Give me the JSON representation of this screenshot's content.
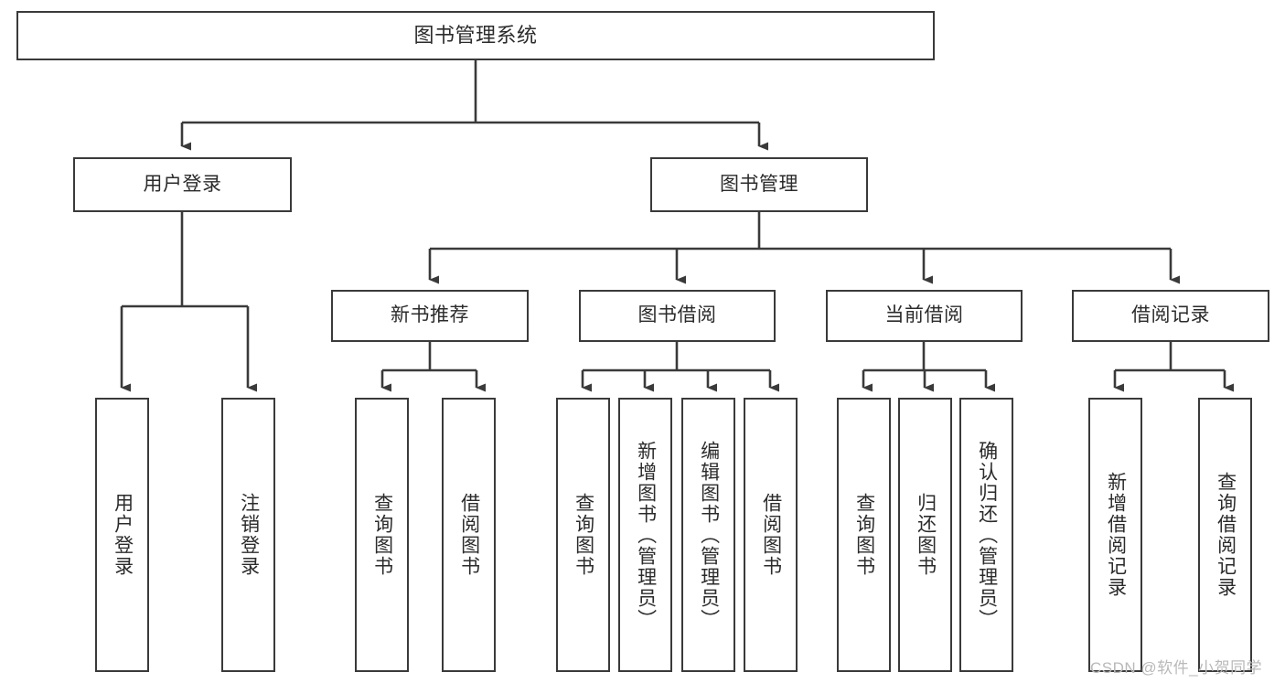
{
  "diagram": {
    "title": "图书管理系统",
    "stroke_color": "#3a3a3a",
    "text_color": "#2b2b2b",
    "background": "#ffffff",
    "root": {
      "label": "图书管理系统"
    },
    "level2": [
      {
        "label": "用户登录"
      },
      {
        "label": "图书管理"
      }
    ],
    "level3": [
      {
        "label": "新书推荐"
      },
      {
        "label": "图书借阅"
      },
      {
        "label": "当前借阅"
      },
      {
        "label": "借阅记录"
      }
    ],
    "leaves": {
      "user_login": [
        {
          "label": "用户登录"
        },
        {
          "label": "注销登录"
        }
      ],
      "new_book": [
        {
          "label": "查询图书"
        },
        {
          "label": "借阅图书"
        }
      ],
      "book_borrow": [
        {
          "label": "查询图书"
        },
        {
          "label": "新增图书（管理员）"
        },
        {
          "label": "编辑图书（管理员）"
        },
        {
          "label": "借阅图书"
        }
      ],
      "current_borrow": [
        {
          "label": "查询图书"
        },
        {
          "label": "归还图书"
        },
        {
          "label": "确认归还（管理员）"
        }
      ],
      "borrow_record": [
        {
          "label": "新增借阅记录"
        },
        {
          "label": "查询借阅记录"
        }
      ]
    }
  },
  "watermark": {
    "text": "CSDN @软件_小贺同学"
  }
}
